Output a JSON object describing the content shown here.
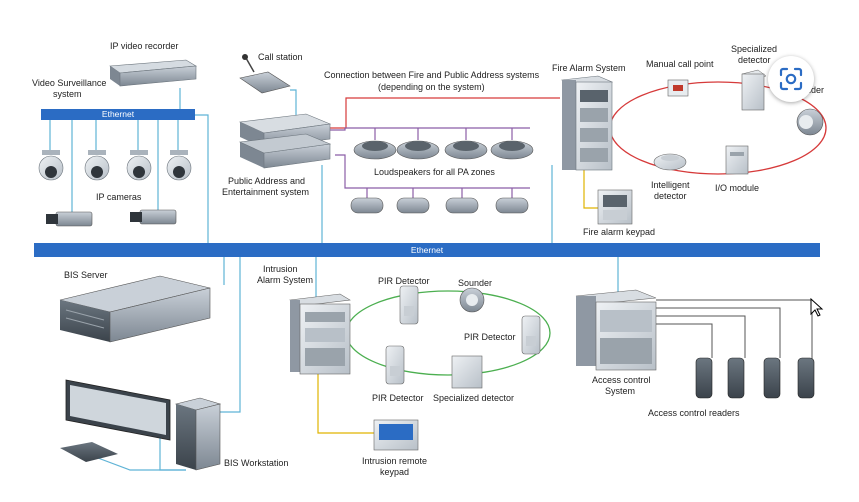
{
  "labels": {
    "ip_video_recorder": "IP video recorder",
    "video_surveillance_1": "Video Surveillance",
    "video_surveillance_2": "system",
    "ethernet_top": "Ethernet",
    "ip_cameras": "IP cameras",
    "call_station": "Call station",
    "connection_1": "Connection between Fire and Public Address systems",
    "connection_2": "(depending on the system)",
    "pa_1": "Public Address and",
    "pa_2": "Entertainment system",
    "loudspeakers": "Loudspeakers for all PA zones",
    "fire_alarm_system": "Fire Alarm System",
    "manual_call_point": "Manual call point",
    "specialized_detector_top_1": "Specialized",
    "specialized_detector_top_2": "detector",
    "sounder_top": "Sounder",
    "intelligent_detector_1": "Intelligent",
    "intelligent_detector_2": "detector",
    "io_module": "I/O module",
    "fire_alarm_keypad": "Fire alarm keypad",
    "ethernet_main": "Ethernet",
    "bis_server": "BIS Server",
    "intrusion_1": "Intrusion",
    "intrusion_2": "Alarm System",
    "pir_top": "PIR Detector",
    "sounder_mid": "Sounder",
    "pir_right": "PIR Detector",
    "pir_bottom": "PIR Detector",
    "specialized_detector_mid": "Specialized detector",
    "intrusion_keypad_1": "Intrusion remote",
    "intrusion_keypad_2": "keypad",
    "bis_workstation": "BIS Workstation",
    "access_control_1": "Access control",
    "access_control_2": "System",
    "access_control_readers": "Access control readers"
  },
  "colors": {
    "ethernet_bar": "#2b6cc4",
    "network_line": "#5fb3d6",
    "fire_loop": "#d63a3a",
    "pa_line": "#8b5ea6",
    "intrusion_loop": "#4caf50",
    "keypad_line": "#e0b400",
    "device_gray": "#8f98a3"
  },
  "icons": {
    "lens": "google-lens-icon",
    "cursor": "mouse-pointer-icon"
  }
}
